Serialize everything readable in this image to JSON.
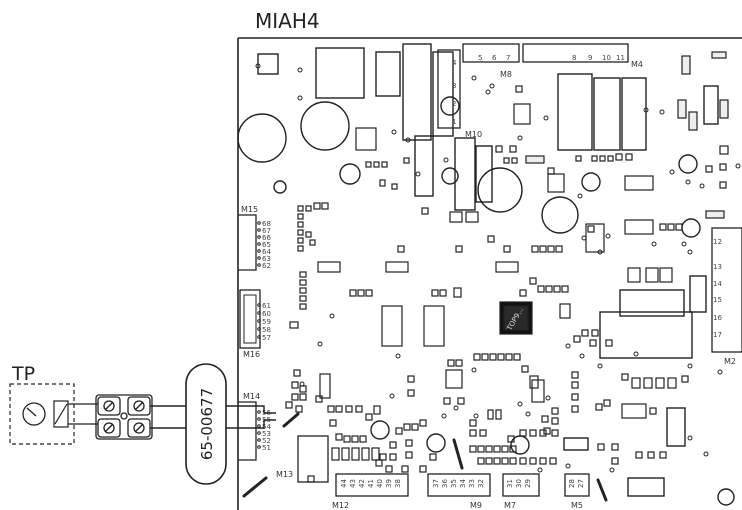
{
  "board": {
    "title": "MIAH4",
    "connectors": {
      "m15": "M15",
      "m16": "M16",
      "m14": "M14",
      "m13": "M13",
      "m12": "M12",
      "m9": "M9",
      "m7": "M7",
      "m5": "M5",
      "m8": "M8",
      "m4": "M4",
      "m10": "M10",
      "m2": "M2"
    },
    "pins": {
      "m15": [
        "68",
        "67",
        "66",
        "65",
        "64",
        "63",
        "62"
      ],
      "m16": [
        "61",
        "60",
        "59",
        "58",
        "57"
      ],
      "m14": [
        "56",
        "55",
        "54",
        "53",
        "52",
        "51"
      ],
      "m10": [
        "4",
        "3",
        "2",
        "1"
      ],
      "m8": [
        "5",
        "6",
        "7"
      ],
      "m4": [
        "8",
        "9",
        "10",
        "11"
      ],
      "m2": [
        "12",
        "13",
        "14",
        "15",
        "16",
        "17"
      ],
      "m12": [
        "44",
        "43",
        "42",
        "41",
        "40",
        "39",
        "38"
      ],
      "m9": [
        "37",
        "36",
        "35",
        "34",
        "33",
        "32"
      ],
      "m7": [
        "31",
        "30",
        "29"
      ],
      "m5": [
        "28",
        "27"
      ]
    },
    "chip_label": "TOP9..."
  },
  "wiring": {
    "device_label": "TP",
    "cable_label": "65-00677"
  },
  "colors": {
    "line": "#222222",
    "board": "#ffffff"
  }
}
